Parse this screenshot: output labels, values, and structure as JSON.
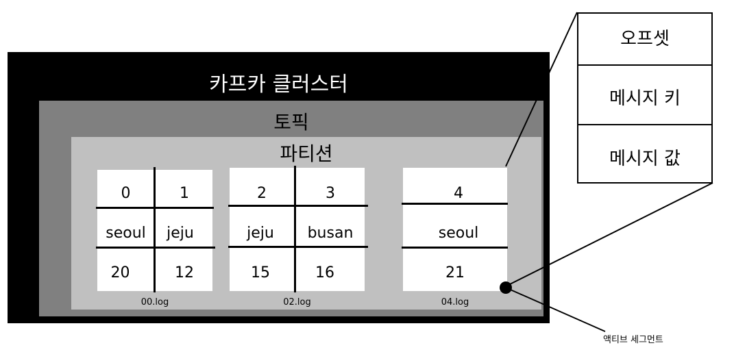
{
  "cluster": {
    "title": "카프카 클러스터"
  },
  "topic": {
    "title": "토픽"
  },
  "partition": {
    "title": "파티션"
  },
  "segments": [
    {
      "file": "00.log",
      "offsets": [
        "0",
        "1"
      ],
      "keys": [
        "seoul",
        "jeju"
      ],
      "values": [
        "20",
        "12"
      ]
    },
    {
      "file": "02.log",
      "offsets": [
        "2",
        "3"
      ],
      "keys": [
        "jeju",
        "busan"
      ],
      "values": [
        "15",
        "16"
      ]
    },
    {
      "file": "04.log",
      "offsets": [
        "4"
      ],
      "keys": [
        "seoul"
      ],
      "values": [
        "21"
      ]
    }
  ],
  "record_fields": [
    "오프셋",
    "메시지 키",
    "메시지 값"
  ],
  "active_segment_label": "액티브 세그먼트"
}
